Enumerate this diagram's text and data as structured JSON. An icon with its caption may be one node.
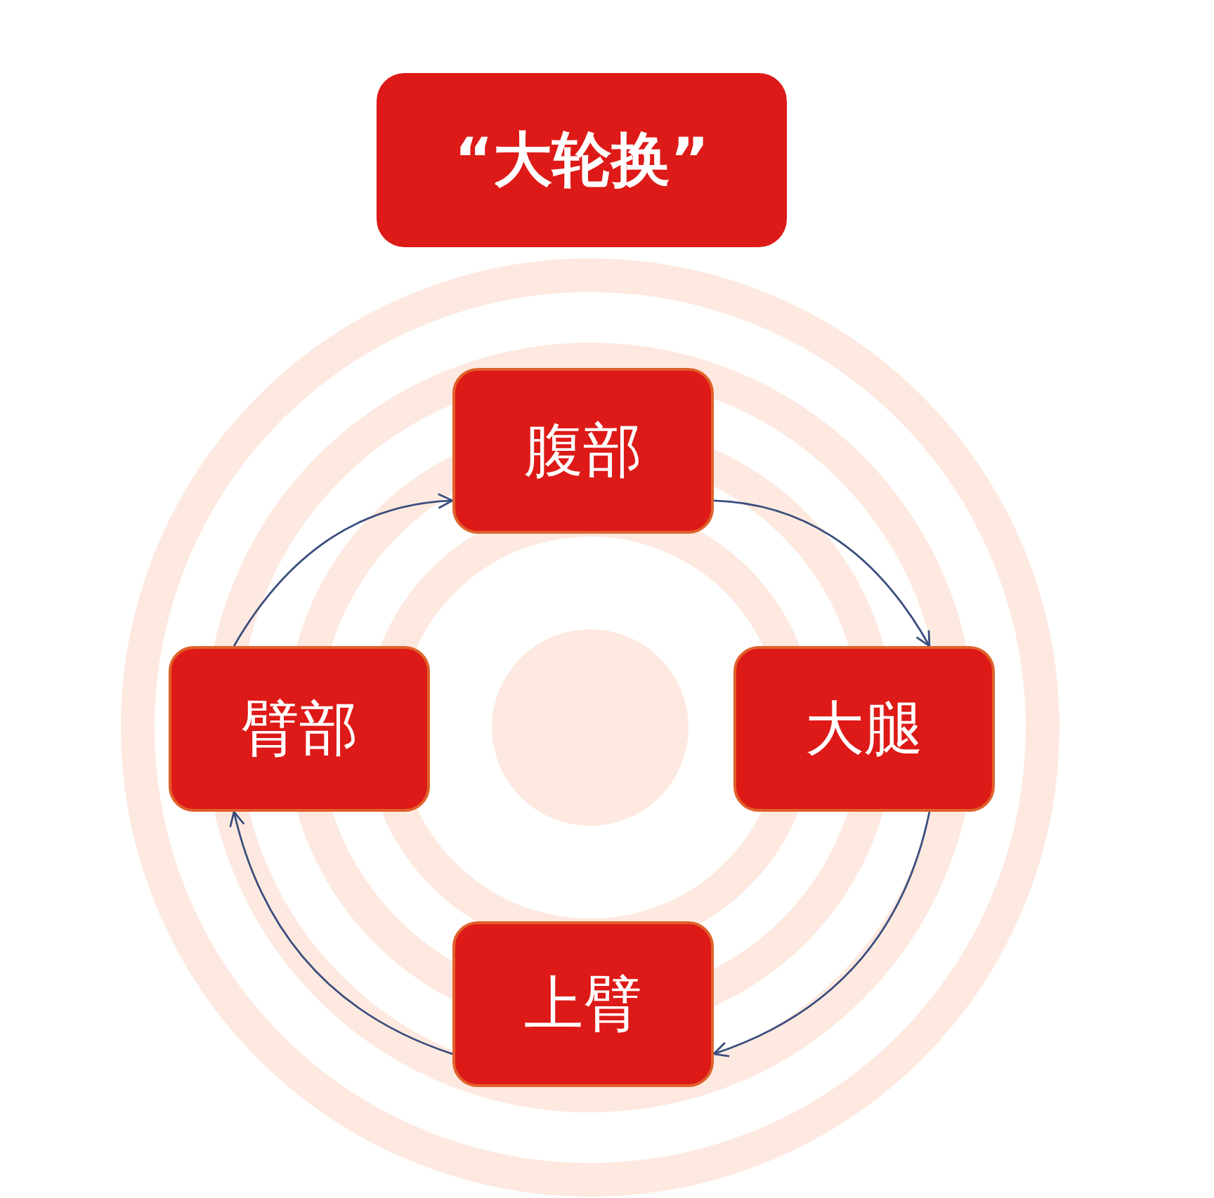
{
  "diagram": {
    "nodes": [
      {
        "text": [
          "“大轮换”"
        ]
      },
      {
        "text": [
          "腹部"
        ]
      },
      {
        "text": [
          "大腿"
        ]
      },
      {
        "text": [
          "上臂"
        ]
      },
      {
        "text": [
          "臂部"
        ]
      }
    ],
    "edges": [
      {
        "from": 1,
        "to": 2,
        "arrow": "to"
      },
      {
        "from": 2,
        "to": 3,
        "arrow": "to"
      },
      {
        "from": 3,
        "to": 4,
        "arrow": "to"
      },
      {
        "from": 4,
        "to": 1,
        "arrow": "to"
      }
    ]
  }
}
